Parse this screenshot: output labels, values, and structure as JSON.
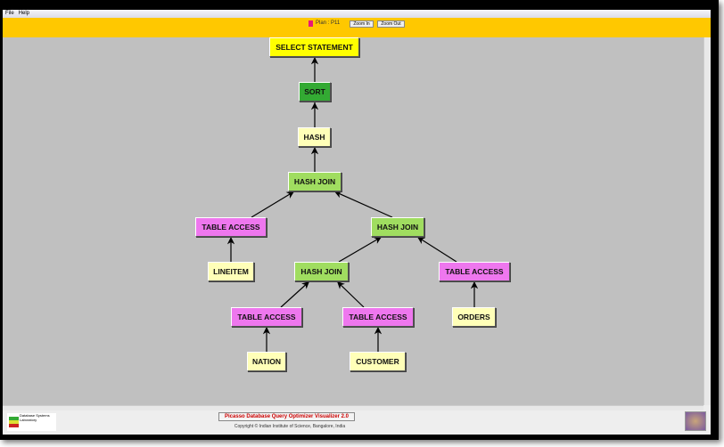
{
  "menu": [
    "File",
    "Help"
  ],
  "toolbar": {
    "plan_label": "Plan : P11",
    "plan_color": "#e8177a",
    "zoom_in": "Zoom In",
    "zoom_out": "Zoom Out"
  },
  "plan_tree": {
    "nodes": [
      {
        "id": "select",
        "label": "SELECT STATEMENT"
      },
      {
        "id": "sort",
        "label": "SORT"
      },
      {
        "id": "hash",
        "label": "HASH"
      },
      {
        "id": "hj1",
        "label": "HASH JOIN"
      },
      {
        "id": "ta1",
        "label": "TABLE ACCESS"
      },
      {
        "id": "hj2",
        "label": "HASH JOIN"
      },
      {
        "id": "lineitem",
        "label": "LINEITEM"
      },
      {
        "id": "hj3",
        "label": "HASH JOIN"
      },
      {
        "id": "ta4",
        "label": "TABLE ACCESS"
      },
      {
        "id": "ta2",
        "label": "TABLE ACCESS"
      },
      {
        "id": "ta3",
        "label": "TABLE ACCESS"
      },
      {
        "id": "orders",
        "label": "ORDERS"
      },
      {
        "id": "nation",
        "label": "NATION"
      },
      {
        "id": "customer",
        "label": "CUSTOMER"
      }
    ]
  },
  "footer": {
    "logo_text": "Database Systems Laboratory",
    "title": "Picasso Database Query Optimizer Visualizer 2.0",
    "copyright": "Copyright © Indian Institute of Science, Bangalore, India"
  }
}
